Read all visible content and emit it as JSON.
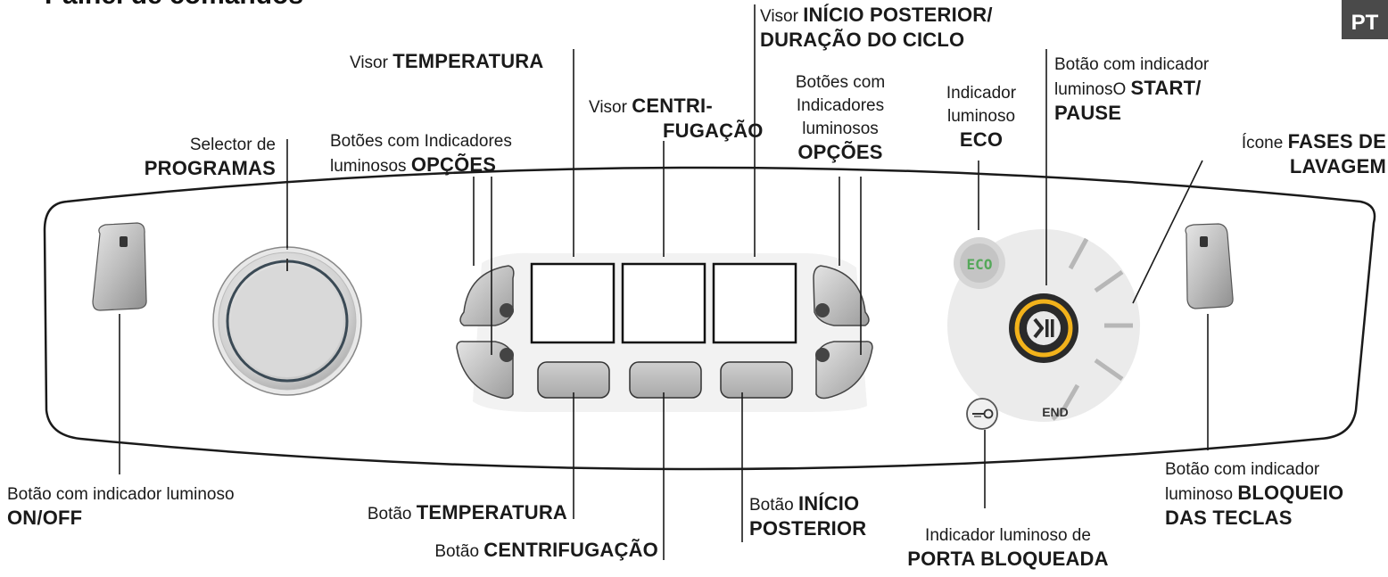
{
  "header": {
    "title": "Painel de comandos",
    "language_badge": "PT"
  },
  "labels": {
    "programas": {
      "prefix": "Selector de",
      "bold": "PROGRAMAS"
    },
    "opcoes_left": {
      "prefix": "Botões com Indicadores",
      "line2_prefix": "luminosos",
      "bold": "OPÇÕES"
    },
    "visor_temperatura": {
      "prefix": "Visor",
      "bold": "TEMPERATURA"
    },
    "visor_centrifugacao": {
      "prefix": "Visor",
      "bold1": "CENTRI-",
      "bold2": "FUGAÇÃO"
    },
    "visor_inicio": {
      "prefix": "Visor",
      "bold1": "INÍCIO POSTERIOR/",
      "bold2": "DURAÇÃO DO CICLO"
    },
    "opcoes_right": {
      "line1": "Botões com",
      "line2": "Indicadores",
      "line3": "luminosos",
      "bold": "OPÇÕES"
    },
    "eco": {
      "line1": "Indicador",
      "line2": "luminoso",
      "bold": "ECO"
    },
    "start_pause": {
      "line1": "Botão com indicador",
      "line2_prefix": "luminosO",
      "bold1": "START/",
      "bold2": "PAUSE"
    },
    "fases": {
      "prefix": "Ícone",
      "bold1": "FASES DE",
      "bold2": "LAVAGEM"
    },
    "on_off": {
      "prefix": "Botão com indicador luminoso",
      "bold": "ON/OFF"
    },
    "btn_temperatura": {
      "prefix": "Botão",
      "bold": "TEMPERATURA"
    },
    "btn_centrifugacao": {
      "prefix": "Botão",
      "bold": "CENTRIFUGAÇÃO"
    },
    "btn_inicio": {
      "prefix": "Botão",
      "bold1": "INÍCIO",
      "bold2": "POSTERIOR"
    },
    "porta": {
      "line1": "Indicador luminoso de",
      "bold": "PORTA BLOQUEADA"
    },
    "bloqueio": {
      "line1": "Botão com indicador",
      "line2_prefix": "luminoso",
      "bold1": "BLOQUEIO",
      "bold2": "DAS TECLAS"
    }
  },
  "panel": {
    "eco_badge": "ECO",
    "end_text": "END"
  },
  "colors": {
    "start_ring": "#f2b21b",
    "eco_text": "#55a85a"
  }
}
